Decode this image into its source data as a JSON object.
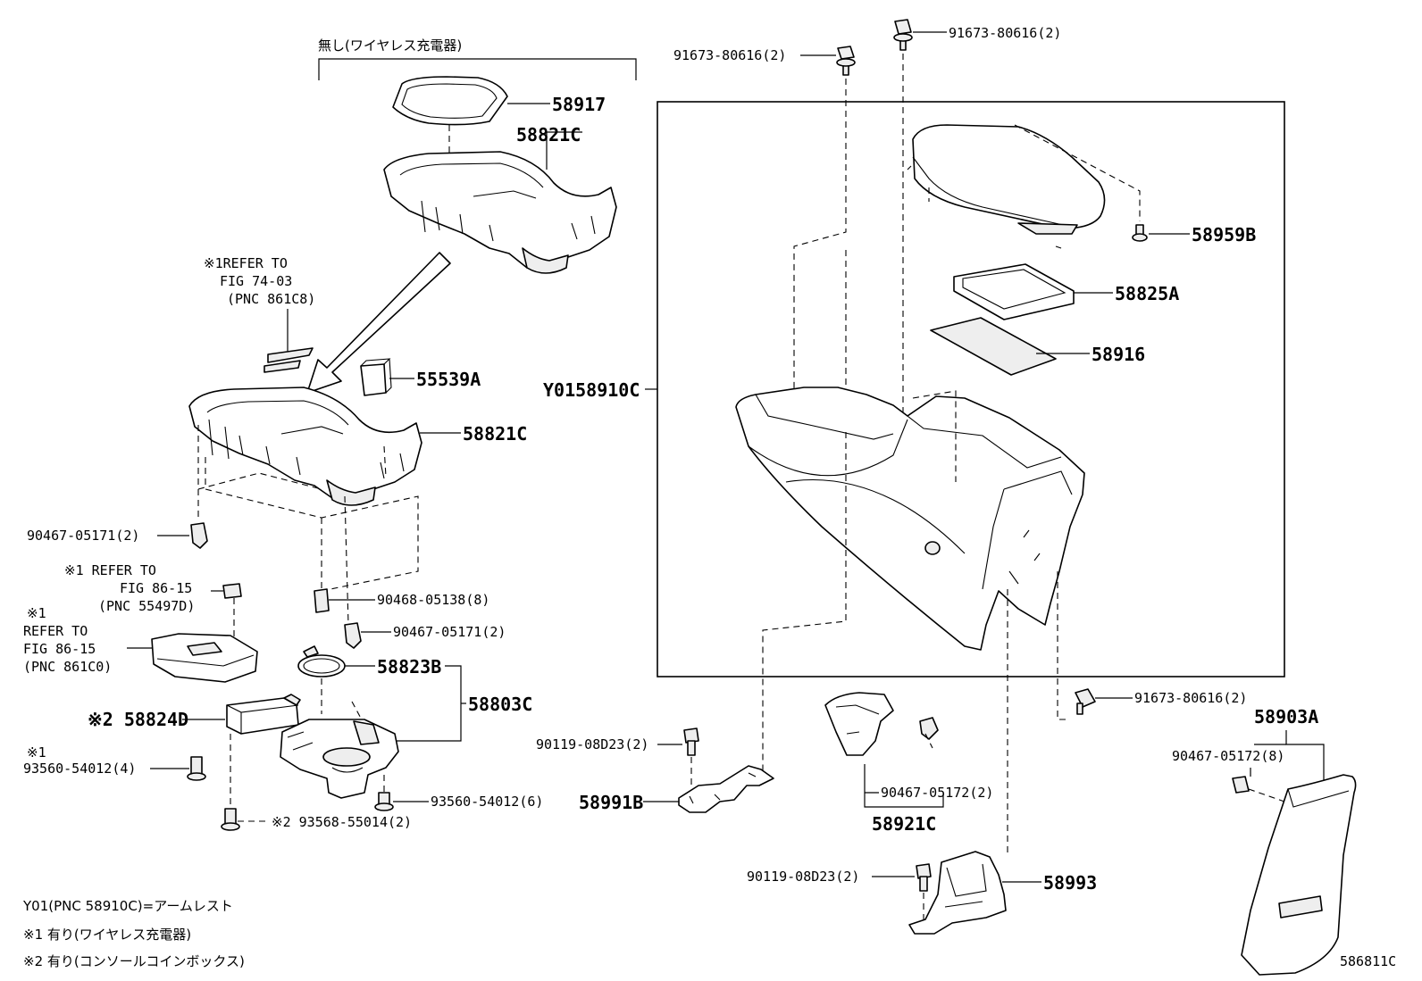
{
  "header": {
    "without_wireless_note": "無し(ワイヤレス充電器)"
  },
  "refs": {
    "ref1": [
      "※1REFER TO",
      "FIG 74-03",
      "(PNC 861C8)"
    ],
    "ref2": [
      "※1 REFER TO",
      "FIG 86-15",
      "(PNC 55497D)"
    ],
    "ref3": [
      "※1",
      "REFER TO",
      "FIG 86-15",
      "(PNC 861C0)"
    ]
  },
  "labels": {
    "p58917": "58917",
    "p58821c_top": "58821C",
    "p55539a": "55539A",
    "p58821c_mid": "58821C",
    "p90467_05171_a": "90467-05171(2)",
    "p90468_05138": "90468-05138(8)",
    "p90467_05171_b": "90467-05171(2)",
    "p58823b": "58823B",
    "p58803c": "58803C",
    "p58824d": "※2 58824D",
    "p93560_54012_4_prefix": "※1",
    "p93560_54012_4": "93560-54012(4)",
    "p93560_54012_6": "93560-54012(6)",
    "p93568_55014": "※2 93568-55014(2)",
    "p91673_a": "91673-80616(2)",
    "p91673_b": "91673-80616(2)",
    "p58959b": "58959B",
    "p58825a": "58825A",
    "p58916": "58916",
    "py01": "Y0158910C",
    "p91673_c": "91673-80616(2)",
    "p58903a": "58903A",
    "p90467_05172_8": "90467-05172(8)",
    "p90119_a": "90119-08D23(2)",
    "p58991b": "58991B",
    "p90467_05172_2": "90467-05172(2)",
    "p58921c": "58921C",
    "p90119_b": "90119-08D23(2)",
    "p58993": "58993"
  },
  "footnotes": {
    "y01": "Y01(PNC 58910C)=アームレスト",
    "n1": "※1 有り(ワイヤレス充電器)",
    "n2": "※2 有り(コンソールコインボックス)"
  },
  "figure_code": "586811C"
}
